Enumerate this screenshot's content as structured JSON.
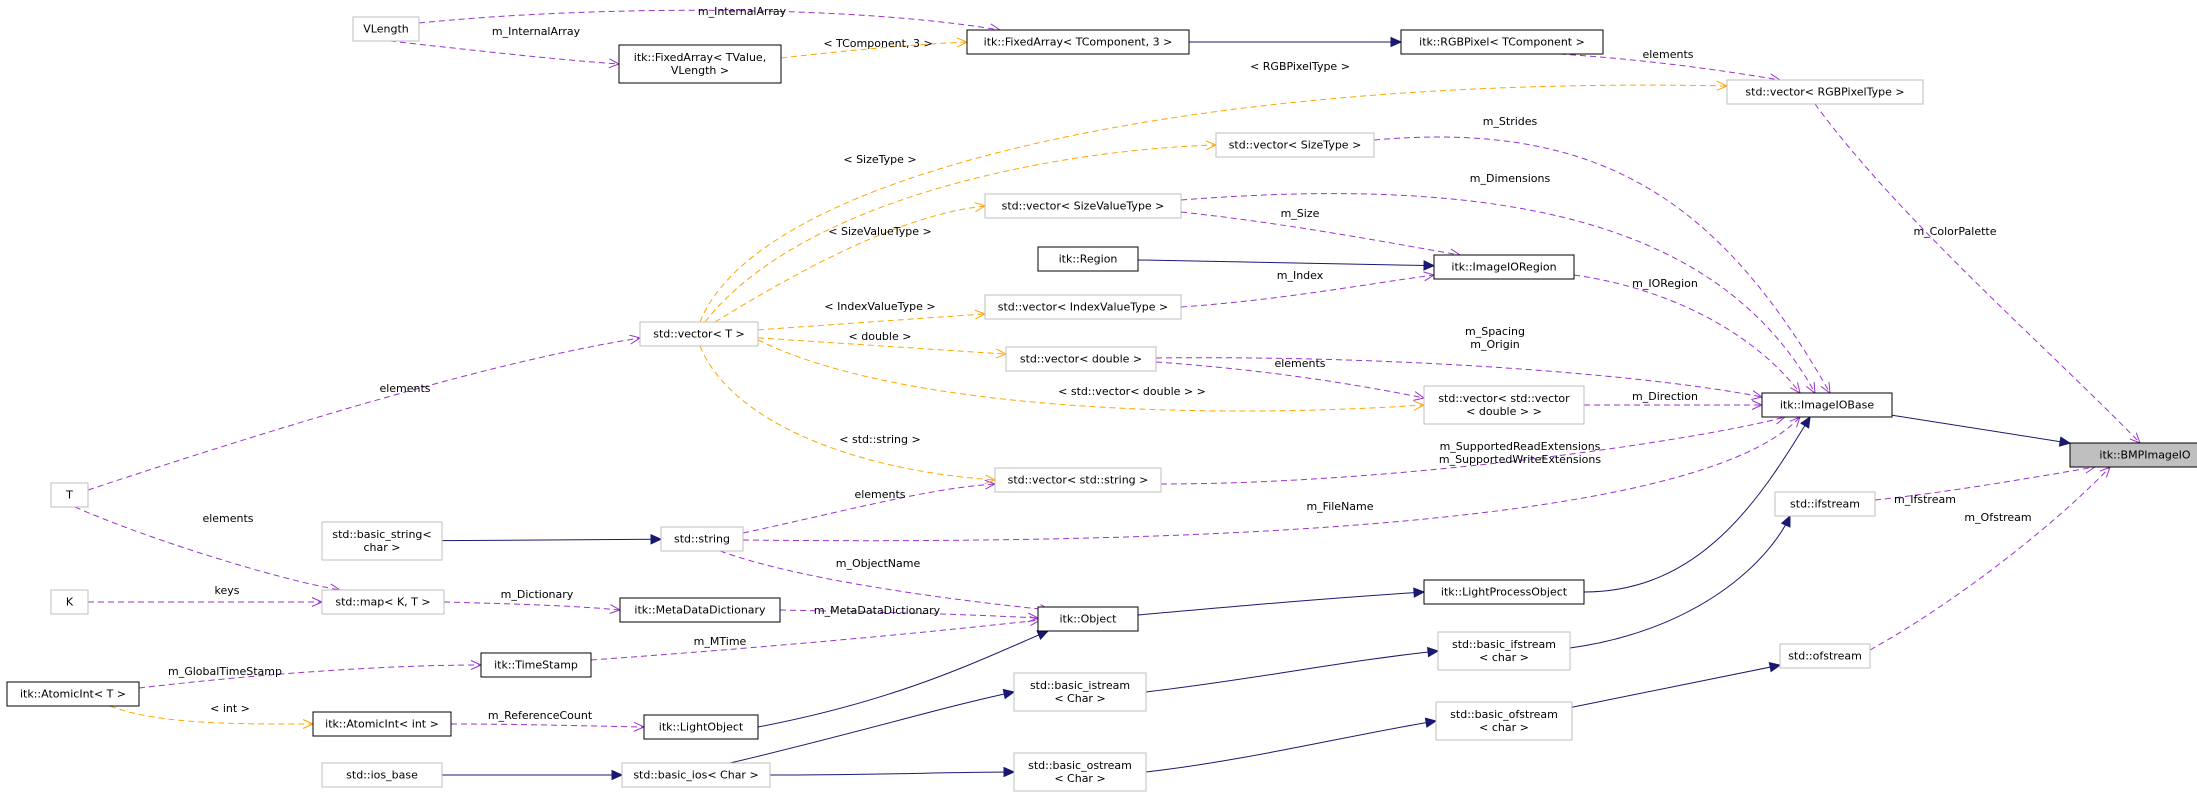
{
  "colors": {
    "inheritance": "#191970",
    "member": "#9a32cd",
    "template": "#ffa500",
    "documented_border": "#000000",
    "undocumented_border": "#bfbfbf",
    "highlight_fill": "#bfbfbf",
    "text": "#000000"
  },
  "legend_meaning": {
    "solid_dark_blue": "inheritance",
    "dashed_purple": "usage / member",
    "dashed_orange": "template instantiation"
  },
  "nodes": [
    {
      "id": "bmpimageio",
      "label": [
        "itk::BMPImageIO"
      ],
      "documented": true,
      "highlighted": true
    },
    {
      "id": "imageiobase",
      "label": [
        "itk::ImageIOBase"
      ],
      "documented": true
    },
    {
      "id": "lightprocessobject",
      "label": [
        "itk::LightProcessObject"
      ],
      "documented": true
    },
    {
      "id": "object",
      "label": [
        "itk::Object"
      ],
      "documented": true
    },
    {
      "id": "lightobject",
      "label": [
        "itk::LightObject"
      ],
      "documented": true
    },
    {
      "id": "atomicint_int",
      "label": [
        "itk::AtomicInt< int >"
      ],
      "documented": true
    },
    {
      "id": "atomicint_t",
      "label": [
        "itk::AtomicInt< T >"
      ],
      "documented": true
    },
    {
      "id": "timestamp",
      "label": [
        "itk::TimeStamp"
      ],
      "documented": true
    },
    {
      "id": "metadatadictionary",
      "label": [
        "itk::MetaDataDictionary"
      ],
      "documented": true
    },
    {
      "id": "map",
      "label": [
        "std::map< K, T >"
      ],
      "documented": false
    },
    {
      "id": "K",
      "label": [
        "K"
      ],
      "documented": false
    },
    {
      "id": "T",
      "label": [
        "T"
      ],
      "documented": false
    },
    {
      "id": "basic_string",
      "label": [
        "std::basic_string<",
        "char >"
      ],
      "documented": false
    },
    {
      "id": "string",
      "label": [
        "std::string"
      ],
      "documented": false
    },
    {
      "id": "vector_string",
      "label": [
        "std::vector< std::string >"
      ],
      "documented": false
    },
    {
      "id": "vector_t",
      "label": [
        "std::vector< T >"
      ],
      "documented": false
    },
    {
      "id": "vector_double",
      "label": [
        "std::vector< double >"
      ],
      "documented": false
    },
    {
      "id": "vector_vector_double",
      "label": [
        "std::vector< std::vector",
        "< double > >"
      ],
      "documented": false
    },
    {
      "id": "vector_indexvaluetype",
      "label": [
        "std::vector< IndexValueType >"
      ],
      "documented": false
    },
    {
      "id": "vector_sizevaluetype",
      "label": [
        "std::vector< SizeValueType >"
      ],
      "documented": false
    },
    {
      "id": "vector_sizetype",
      "label": [
        "std::vector< SizeType >"
      ],
      "documented": false
    },
    {
      "id": "vector_rgbpixeltype",
      "label": [
        "std::vector< RGBPixelType >"
      ],
      "documented": false
    },
    {
      "id": "region",
      "label": [
        "itk::Region"
      ],
      "documented": true
    },
    {
      "id": "imageioregion",
      "label": [
        "itk::ImageIORegion"
      ],
      "documented": true
    },
    {
      "id": "rgbpixel",
      "label": [
        "itk::RGBPixel< TComponent >"
      ],
      "documented": true
    },
    {
      "id": "fixedarray_tc3",
      "label": [
        "itk::FixedArray< TComponent, 3 >"
      ],
      "documented": true
    },
    {
      "id": "fixedarray_tv",
      "label": [
        "itk::FixedArray< TValue,",
        "VLength >"
      ],
      "documented": true
    },
    {
      "id": "vlength",
      "label": [
        "VLength"
      ],
      "documented": false
    },
    {
      "id": "ifstream",
      "label": [
        "std::ifstream"
      ],
      "documented": false
    },
    {
      "id": "ofstream",
      "label": [
        "std::ofstream"
      ],
      "documented": false
    },
    {
      "id": "basic_ifstream",
      "label": [
        "std::basic_ifstream",
        "< char >"
      ],
      "documented": false
    },
    {
      "id": "basic_ofstream",
      "label": [
        "std::basic_ofstream",
        "< char >"
      ],
      "documented": false
    },
    {
      "id": "basic_istream",
      "label": [
        "std::basic_istream",
        "< Char >"
      ],
      "documented": false
    },
    {
      "id": "basic_ostream",
      "label": [
        "std::basic_ostream",
        "< Char >"
      ],
      "documented": false
    },
    {
      "id": "basic_ios",
      "label": [
        "std::basic_ios< Char >"
      ],
      "documented": false
    },
    {
      "id": "ios_base",
      "label": [
        "std::ios_base"
      ],
      "documented": false
    }
  ],
  "edges": [
    {
      "from": "imageiobase",
      "to": "bmpimageio",
      "kind": "inherit",
      "label": []
    },
    {
      "from": "lightprocessobject",
      "to": "imageiobase",
      "kind": "inherit",
      "label": []
    },
    {
      "from": "object",
      "to": "lightprocessobject",
      "kind": "inherit",
      "label": []
    },
    {
      "from": "lightobject",
      "to": "object",
      "kind": "inherit",
      "label": []
    },
    {
      "from": "basic_string",
      "to": "string",
      "kind": "inherit",
      "label": []
    },
    {
      "from": "region",
      "to": "imageioregion",
      "kind": "inherit",
      "label": []
    },
    {
      "from": "fixedarray_tc3",
      "to": "rgbpixel",
      "kind": "inherit",
      "label": []
    },
    {
      "from": "ios_base",
      "to": "basic_ios",
      "kind": "inherit",
      "label": []
    },
    {
      "from": "basic_ios",
      "to": "basic_istream",
      "kind": "inherit",
      "label": []
    },
    {
      "from": "basic_ios",
      "to": "basic_ostream",
      "kind": "inherit",
      "label": []
    },
    {
      "from": "basic_istream",
      "to": "basic_ifstream",
      "kind": "inherit",
      "label": []
    },
    {
      "from": "basic_ostream",
      "to": "basic_ofstream",
      "kind": "inherit",
      "label": []
    },
    {
      "from": "basic_ifstream",
      "to": "ifstream",
      "kind": "inherit",
      "label": []
    },
    {
      "from": "basic_ofstream",
      "to": "ofstream",
      "kind": "inherit",
      "label": []
    },
    {
      "from": "vector_rgbpixeltype",
      "to": "bmpimageio",
      "kind": "member",
      "label": [
        "m_ColorPalette"
      ]
    },
    {
      "from": "ifstream",
      "to": "bmpimageio",
      "kind": "member",
      "label": [
        "m_Ifstream"
      ]
    },
    {
      "from": "ofstream",
      "to": "bmpimageio",
      "kind": "member",
      "label": [
        "m_Ofstream"
      ]
    },
    {
      "from": "vector_sizetype",
      "to": "imageiobase",
      "kind": "member",
      "label": [
        "m_Strides"
      ]
    },
    {
      "from": "vector_sizevaluetype",
      "to": "imageiobase",
      "kind": "member",
      "label": [
        "m_Dimensions"
      ]
    },
    {
      "from": "imageioregion",
      "to": "imageiobase",
      "kind": "member",
      "label": [
        "m_IORegion"
      ]
    },
    {
      "from": "vector_double",
      "to": "imageiobase",
      "kind": "member",
      "label": [
        "m_Spacing",
        "m_Origin"
      ]
    },
    {
      "from": "vector_vector_double",
      "to": "imageiobase",
      "kind": "member",
      "label": [
        "m_Direction"
      ]
    },
    {
      "from": "vector_string",
      "to": "imageiobase",
      "kind": "member",
      "label": [
        "m_SupportedReadExtensions",
        "m_SupportedWriteExtensions"
      ]
    },
    {
      "from": "string",
      "to": "imageiobase",
      "kind": "member",
      "label": [
        "m_FileName"
      ]
    },
    {
      "from": "vector_sizevaluetype",
      "to": "imageioregion",
      "kind": "member",
      "label": [
        "m_Size"
      ]
    },
    {
      "from": "vector_indexvaluetype",
      "to": "imageioregion",
      "kind": "member",
      "label": [
        "m_Index"
      ]
    },
    {
      "from": "vector_double",
      "to": "vector_vector_double",
      "kind": "member",
      "label": [
        "elements"
      ]
    },
    {
      "from": "string",
      "to": "vector_string",
      "kind": "member",
      "label": [
        "elements"
      ]
    },
    {
      "from": "string",
      "to": "object",
      "kind": "member",
      "label": [
        "m_ObjectName"
      ]
    },
    {
      "from": "metadatadictionary",
      "to": "object",
      "kind": "member",
      "label": [
        "m_MetaDataDictionary"
      ]
    },
    {
      "from": "timestamp",
      "to": "object",
      "kind": "member",
      "label": [
        "m_MTime"
      ]
    },
    {
      "from": "atomicint_int",
      "to": "lightobject",
      "kind": "member",
      "label": [
        "m_ReferenceCount"
      ]
    },
    {
      "from": "atomicint_t",
      "to": "timestamp",
      "kind": "member",
      "label": [
        "m_GlobalTimeStamp"
      ]
    },
    {
      "from": "map",
      "to": "metadatadictionary",
      "kind": "member",
      "label": [
        "m_Dictionary"
      ]
    },
    {
      "from": "K",
      "to": "map",
      "kind": "member",
      "label": [
        "keys"
      ]
    },
    {
      "from": "T",
      "to": "map",
      "kind": "member",
      "label": [
        "elements"
      ]
    },
    {
      "from": "T",
      "to": "vector_t",
      "kind": "member",
      "label": [
        "elements"
      ]
    },
    {
      "from": "rgbpixel",
      "to": "vector_rgbpixeltype",
      "kind": "member",
      "label": [
        "elements"
      ]
    },
    {
      "from": "vlength",
      "to": "fixedarray_tv",
      "kind": "member",
      "label": [
        "m_InternalArray"
      ]
    },
    {
      "from": "vlength",
      "to": "fixedarray_tc3",
      "kind": "member",
      "label": [
        "m_InternalArray"
      ]
    },
    {
      "from": "atomicint_t",
      "to": "atomicint_int",
      "kind": "template",
      "label": [
        "< int >"
      ]
    },
    {
      "from": "fixedarray_tv",
      "to": "fixedarray_tc3",
      "kind": "template",
      "label": [
        "< TComponent, 3 >"
      ]
    },
    {
      "from": "vector_t",
      "to": "vector_rgbpixeltype",
      "kind": "template",
      "label": [
        "< RGBPixelType >"
      ]
    },
    {
      "from": "vector_t",
      "to": "vector_sizetype",
      "kind": "template",
      "label": [
        "< SizeType >"
      ]
    },
    {
      "from": "vector_t",
      "to": "vector_sizevaluetype",
      "kind": "template",
      "label": [
        "< SizeValueType >"
      ]
    },
    {
      "from": "vector_t",
      "to": "vector_indexvaluetype",
      "kind": "template",
      "label": [
        "< IndexValueType >"
      ]
    },
    {
      "from": "vector_t",
      "to": "vector_double",
      "kind": "template",
      "label": [
        "< double >"
      ]
    },
    {
      "from": "vector_t",
      "to": "vector_vector_double",
      "kind": "template",
      "label": [
        "< std::vector< double > >"
      ]
    },
    {
      "from": "vector_t",
      "to": "vector_string",
      "kind": "template",
      "label": [
        "< std::string >"
      ]
    }
  ]
}
